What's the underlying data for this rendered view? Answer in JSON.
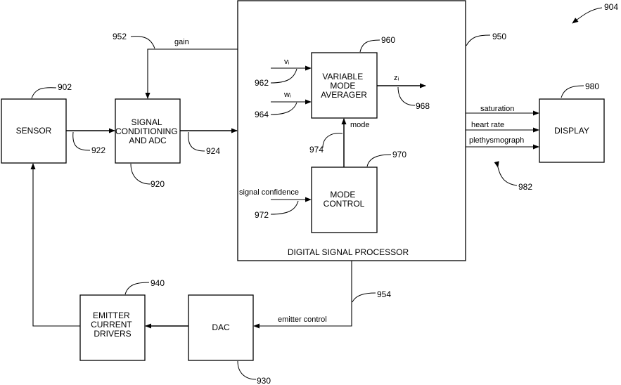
{
  "blocks": {
    "sensor": "SENSOR",
    "signal_conditioning": [
      "SIGNAL",
      "CONDITIONING",
      "AND ADC"
    ],
    "dsp_title": "DIGITAL SIGNAL PROCESSOR",
    "variable_mode_averager": [
      "VARIABLE",
      "MODE",
      "AVERAGER"
    ],
    "mode_control": [
      "MODE",
      "CONTROL"
    ],
    "display": "DISPLAY",
    "dac": "DAC",
    "emitter_drivers": [
      "EMITTER",
      "CURRENT",
      "DRIVERS"
    ]
  },
  "signals": {
    "gain": "gain",
    "mode": "mode",
    "signal_confidence": "signal confidence",
    "saturation": "saturation",
    "heart_rate": "heart rate",
    "plethysmograph": "plethysmograph",
    "emitter_control": "emitter control",
    "v_input": "vᵢ",
    "w_input": "wᵢ",
    "z_output": "zᵢ"
  },
  "refs": {
    "r902": "902",
    "r904": "904",
    "r920": "920",
    "r922": "922",
    "r924": "924",
    "r930": "930",
    "r940": "940",
    "r950": "950",
    "r952": "952",
    "r954": "954",
    "r960": "960",
    "r962": "962",
    "r964": "964",
    "r968": "968",
    "r970": "970",
    "r972": "972",
    "r974": "974",
    "r980": "980",
    "r982": "982"
  }
}
